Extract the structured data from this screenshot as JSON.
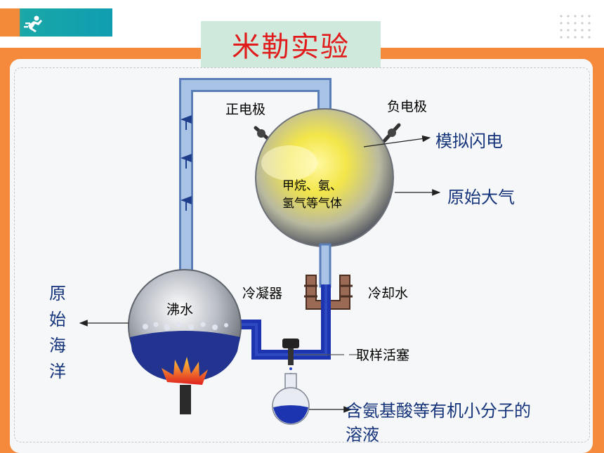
{
  "title": "米勒实验",
  "labels": {
    "positive_electrode": "正电极",
    "negative_electrode": "负电极",
    "simulated_lightning": "模拟闪电",
    "gas_mixture_line1": "甲烷、氨、",
    "gas_mixture_line2": "氢气等气体",
    "primitive_atmosphere": "原始大气",
    "condenser": "冷凝器",
    "cooling_water": "冷却水",
    "boiling_water": "沸水",
    "primitive_ocean": "原始海洋",
    "sampling_stopcock": "取样活塞",
    "solution_line1": "含氨基酸等有机小分子的",
    "solution_line2": "溶液"
  },
  "colors": {
    "title_text": "#e11b1b",
    "title_bg": "#cfeadd",
    "accent_band": "#f58a3c",
    "tube": "#9ab6dc",
    "liquid": "#1d34b0",
    "label_blue": "#14337a"
  }
}
